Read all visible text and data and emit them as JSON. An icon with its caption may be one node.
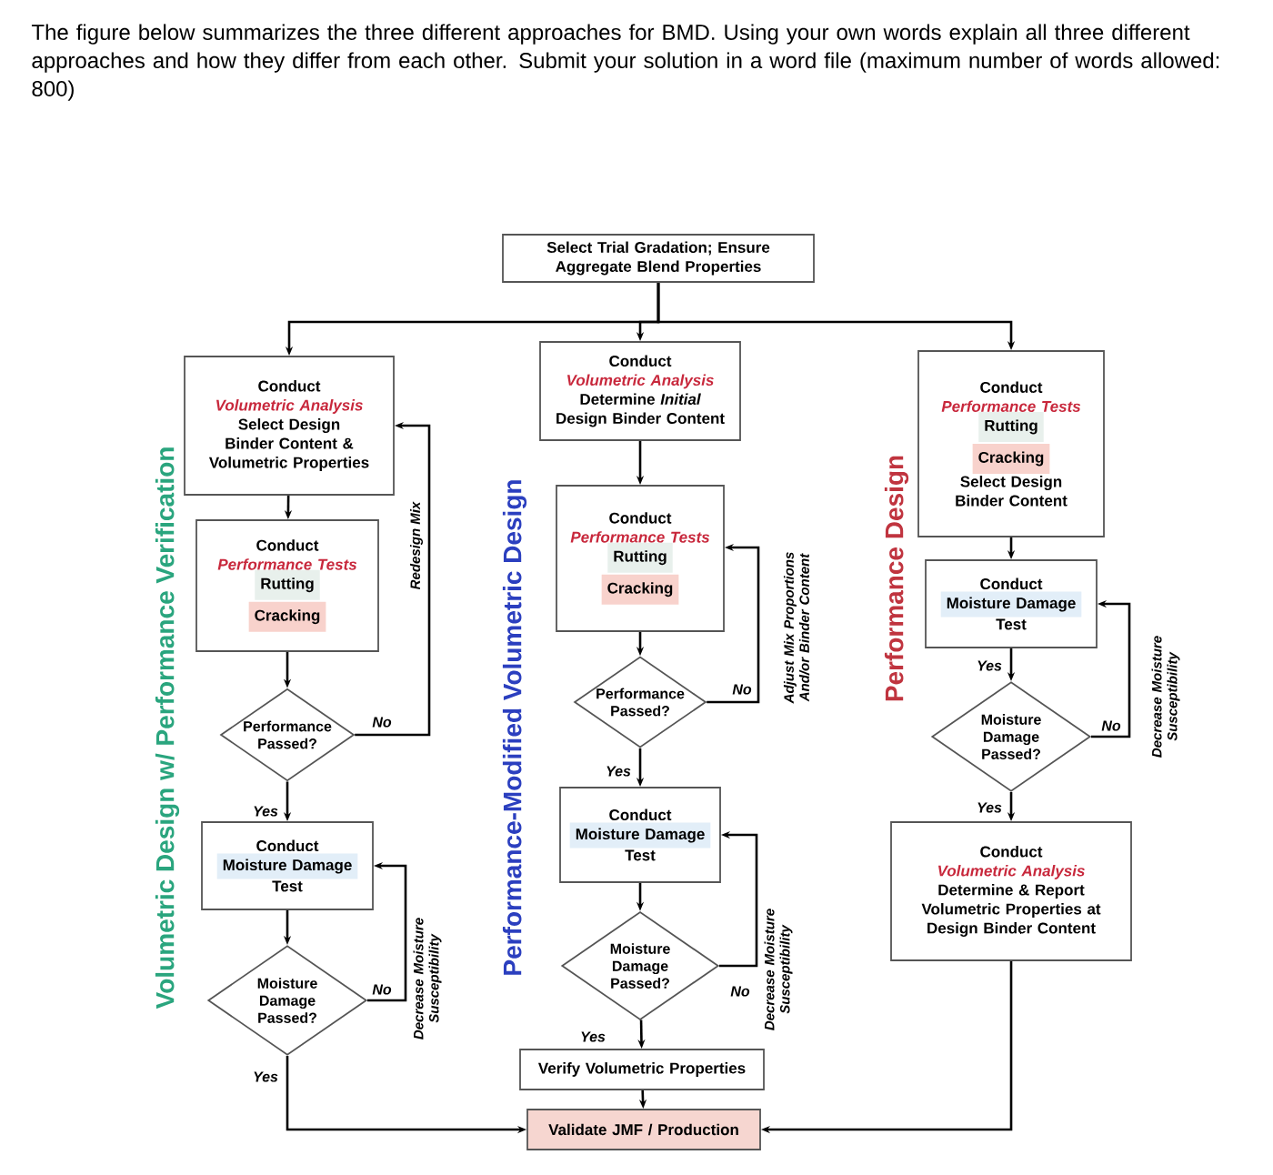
{
  "diagram": {
    "title": "The figure below summarizes the three different approaches for BMD. Using your own words explain all three different approaches and how they differ from each other. Submit your solution in a word file (maximum number of words allowed: 800)",
    "nodes": [
      {
        "text": [
          "Select Trial Gradation; Ensure Aggregate Blend Properties"
        ]
      },
      {
        "text": [
          "Conduct",
          "Volumetric Analysis",
          "Select Design Binder Content & Volumetric Properties"
        ]
      },
      {
        "text": [
          "Conduct",
          "Performance Tests",
          "Rutting",
          "Cracking"
        ]
      },
      {
        "text": [
          "Performance Passed?"
        ]
      },
      {
        "text": [
          "Conduct",
          "Moisture Damage",
          "Test"
        ]
      },
      {
        "text": [
          "Moisture Damage Passed?"
        ]
      },
      {
        "text": [
          "Conduct",
          "Volumetric Analysis",
          "Determine *Initial* Design Binder Content"
        ]
      },
      {
        "text": [
          "Conduct",
          "Performance Tests",
          "Rutting",
          "Cracking"
        ]
      },
      {
        "text": [
          "Performance Passed?"
        ]
      },
      {
        "text": [
          "Conduct",
          "Moisture Damage",
          "Test"
        ]
      },
      {
        "text": [
          "Moisture Damage Passed?"
        ]
      },
      {
        "text": [
          "Verify Volumetric Properties"
        ]
      },
      {
        "text": [
          "Validate JMF / Production"
        ]
      },
      {
        "text": [
          "Conduct",
          "Performance Tests",
          "Rutting",
          "Cracking",
          "Select Design Binder Content"
        ]
      },
      {
        "text": [
          "Conduct",
          "Moisture Damage",
          "Test"
        ]
      },
      {
        "text": [
          "Moisture Damage Passed?"
        ]
      },
      {
        "text": [
          "Conduct",
          "Volumetric Analysis",
          "Determine & Report Volumetric Properties at Design Binder Content"
        ]
      }
    ],
    "edges": [
      {
        "from": 0,
        "to": 1,
        "arrow": "to"
      },
      {
        "from": 0,
        "to": 6,
        "arrow": "to"
      },
      {
        "from": 0,
        "to": 13,
        "arrow": "to"
      },
      {
        "from": 1,
        "to": 2,
        "arrow": "to"
      },
      {
        "from": 2,
        "to": 3,
        "arrow": "to"
      },
      {
        "from": 3,
        "to": 4,
        "arrow": "to",
        "label": "Yes"
      },
      {
        "from": 3,
        "to": 1,
        "arrow": "to",
        "label": "No"
      },
      {
        "from": 4,
        "to": 5,
        "arrow": "to"
      },
      {
        "from": 5,
        "to": 4,
        "arrow": "to",
        "label": "No"
      },
      {
        "from": 5,
        "to": 12,
        "arrow": "to",
        "label": "Yes"
      },
      {
        "from": 6,
        "to": 7,
        "arrow": "to"
      },
      {
        "from": 7,
        "to": 8,
        "arrow": "to"
      },
      {
        "from": 8,
        "to": 9,
        "arrow": "to",
        "label": "Yes"
      },
      {
        "from": 8,
        "to": 7,
        "arrow": "to",
        "label": "No"
      },
      {
        "from": 9,
        "to": 10,
        "arrow": "to"
      },
      {
        "from": 10,
        "to": 9,
        "arrow": "to",
        "label": "No"
      },
      {
        "from": 10,
        "to": 11,
        "arrow": "to",
        "label": "Yes"
      },
      {
        "from": 11,
        "to": 12,
        "arrow": "to"
      },
      {
        "from": 13,
        "to": 14,
        "arrow": "to"
      },
      {
        "from": 14,
        "to": 15,
        "arrow": "to",
        "label": "Yes"
      },
      {
        "from": 15,
        "to": 14,
        "arrow": "to",
        "label": "No"
      },
      {
        "from": 15,
        "to": 16,
        "arrow": "to",
        "label": "Yes"
      },
      {
        "from": 16,
        "to": 12,
        "arrow": "to"
      }
    ],
    "labels": [
      "Volumetric Design w/ Performance Verification",
      "Performance-Modified Volumetric Design",
      "Performance Design",
      "Redesign Mix",
      "Decrease Moisture Susceptibility",
      "Adjust Mix Proportions And/or Binder Content",
      "Decrease Moisture Susceptibility",
      "Decrease Moisture Susceptibility"
    ]
  }
}
